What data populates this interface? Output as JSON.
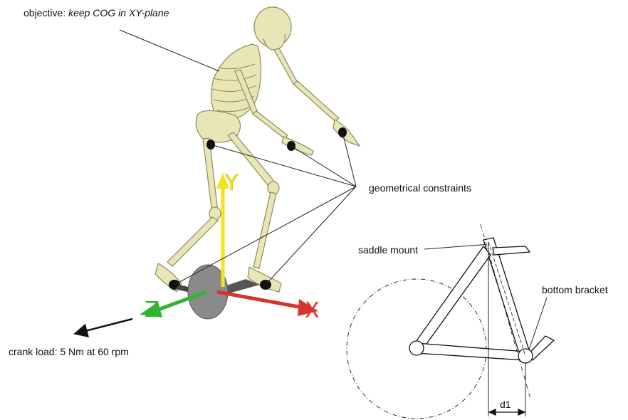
{
  "labels": {
    "objective_prefix": "objective:",
    "objective_text": "keep COG in XY-plane",
    "geometrical_constraints": "geometrical constraints",
    "saddle_mount": "saddle mount",
    "bottom_bracket": "bottom bracket",
    "crank_load": "crank load: 5 Nm at 60 rpm",
    "d1": "d1"
  },
  "axes": [
    {
      "name": "Y",
      "color": "#f2e418"
    },
    {
      "name": "X",
      "color": "#d9342b"
    },
    {
      "name": "Z",
      "color": "#2fb52f"
    }
  ],
  "colors": {
    "bone": "#e8e6b6",
    "bone_outline": "#8e8c5a",
    "constraint_marker": "#111111",
    "crank_disc": "#8a8a8a",
    "line": "#222222"
  }
}
